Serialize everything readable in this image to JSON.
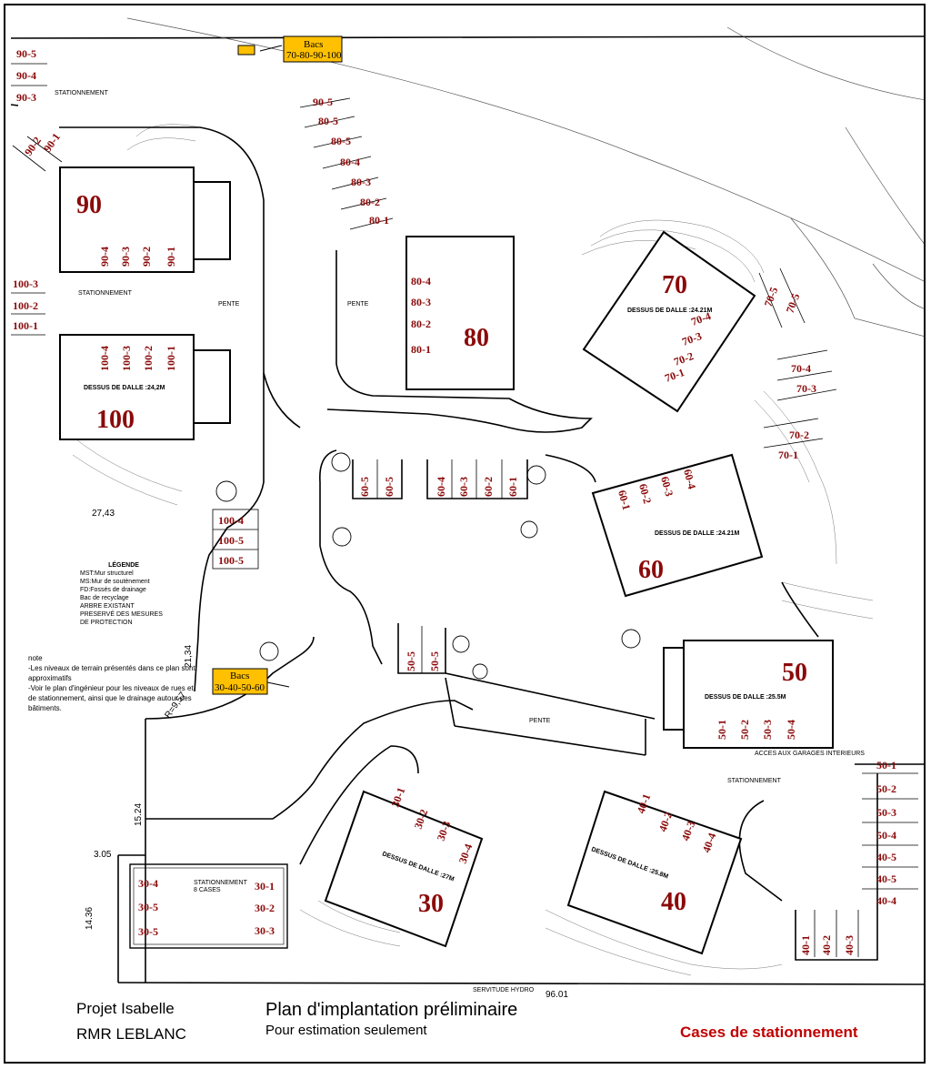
{
  "buildings": {
    "b90": {
      "number": "90",
      "slots": [
        "90-4",
        "90-3",
        "90-2",
        "90-1"
      ]
    },
    "b100": {
      "number": "100",
      "dalle": "DESSUS DE DALLE :24,2M",
      "slots": [
        "100-4",
        "100-3",
        "100-2",
        "100-1"
      ]
    },
    "b80": {
      "number": "80",
      "slots": [
        "80-4",
        "80-3",
        "80-2",
        "80-1"
      ],
      "pente": "PENTE"
    },
    "b70": {
      "number": "70",
      "dalle": "DESSUS DE DALLE :24.21M",
      "slots": [
        "70-4",
        "70-3",
        "70-2",
        "70-1"
      ]
    },
    "b60": {
      "number": "60",
      "dalle": "DESSUS DE DALLE :24.21M",
      "slots": [
        "60-1",
        "60-2",
        "60-3",
        "60-4"
      ]
    },
    "b50": {
      "number": "50",
      "dalle": "DESSUS DE DALLE :25.5M",
      "slots": [
        "50-1",
        "50-2",
        "50-3",
        "50-4"
      ]
    },
    "b30": {
      "number": "30",
      "dalle": "DESSUS DE DALLE :27M",
      "slots": [
        "30-1",
        "30-2",
        "30-3",
        "30-4"
      ]
    },
    "b40": {
      "number": "40",
      "dalle": "DESSUS DE DALLE :25.8M",
      "slots": [
        "40-1",
        "40-2",
        "40-3",
        "40-4"
      ]
    }
  },
  "outdoor_slots": {
    "top_left": [
      "90-5",
      "90-4",
      "90-3"
    ],
    "diag_90": [
      "90-2",
      "90-1"
    ],
    "top_80": [
      "90-5",
      "80-5",
      "80-5",
      "80-4",
      "80-3",
      "80-2",
      "80-1"
    ],
    "left_100": [
      "100-3",
      "100-2",
      "100-1"
    ],
    "mid_100": [
      "100-4",
      "100-5",
      "100-5"
    ],
    "center_60": [
      "60-5",
      "60-5",
      "60-4",
      "60-3",
      "60-2",
      "60-1"
    ],
    "b70_side": [
      "70-5",
      "70-5"
    ],
    "right_70": [
      "70-4",
      "70-3",
      "70-2",
      "70-1"
    ],
    "center_50": [
      "50-5",
      "50-5"
    ],
    "right_50_40": [
      "50-1",
      "50-2",
      "50-3",
      "50-4",
      "40-5",
      "40-5",
      "40-4"
    ],
    "bottom_40": [
      "40-1",
      "40-2",
      "40-3"
    ],
    "lot_30_left": [
      "30-4",
      "30-5",
      "30-5"
    ],
    "lot_30_right": [
      "30-1",
      "30-2",
      "30-3"
    ]
  },
  "bacs": [
    {
      "label1": "Bacs",
      "label2": "70-80-90-100"
    },
    {
      "label1": "Bacs",
      "label2": "30-40-50-60"
    }
  ],
  "dimensions": {
    "d1": "27,43",
    "d2": "21,34",
    "d3": "15.24",
    "d4": "3.05",
    "d5": "14.36",
    "d6": "96.01",
    "d7": "R=9,57"
  },
  "labels": {
    "stationnement": "STATIONNEMENT",
    "cases": "8 CASES",
    "pente": "PENTE",
    "servitude": "SERVITUDE HYDRO",
    "acces": "ACCES AUX GARAGES INTERIEURS"
  },
  "legend": {
    "title": "LÉGENDE",
    "items": [
      "MST:Mur structurel",
      "MS:Mur de soutènement",
      "FD:Fossés de drainage",
      "Bac de recyclage",
      "ARBRE EXISTANT PRESERVÉ DES MESURES DE PROTECTION"
    ]
  },
  "note": {
    "title": "note",
    "lines": [
      "-Les niveaux de terrain présentés dans ce plan sont approximatifs",
      "-Voir le plan d'ingénieur pour les niveaux de rues et de stationnement, ainsi que le drainage autour des bâtiments."
    ]
  },
  "title_block": {
    "project": "Projet Isabelle",
    "client": "RMR LEBLANC",
    "plan_title": "Plan d'implantation préliminaire",
    "plan_subtitle": "Pour estimation seulement",
    "cases": "Cases de stationnement"
  },
  "colors": {
    "slot_text": "#8b0a0a",
    "bac_fill": "#ffc000",
    "cases_text": "#c00000"
  }
}
